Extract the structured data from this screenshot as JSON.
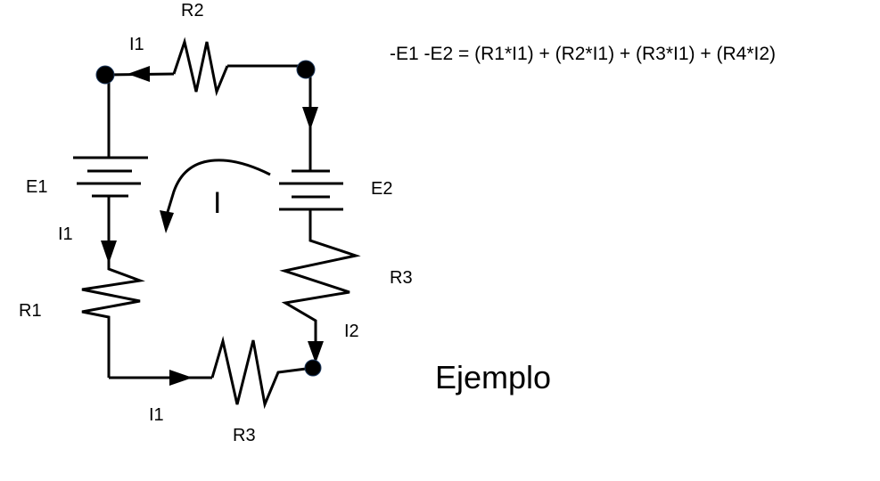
{
  "equation": "-E1 -E2 = (R1*I1) + (R2*I1) + (R3*I1) + (R4*I2)",
  "title": "Ejemplo",
  "loop_current": "I",
  "labels": {
    "r_top": "R2",
    "i_top": "I1",
    "e_left": "E1",
    "i_left": "I1",
    "r_left": "R1",
    "i_bottom": "I1",
    "r_bottom": "R3",
    "e_right": "E2",
    "r_right": "R3",
    "i_right": "I2"
  }
}
